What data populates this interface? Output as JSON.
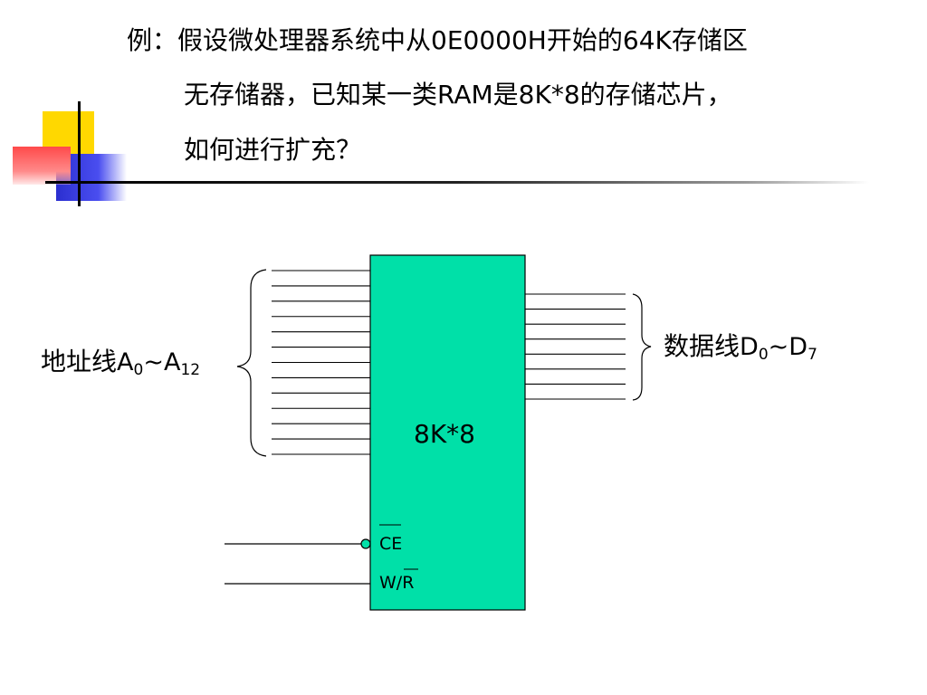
{
  "slide": {
    "question": {
      "prefix": "例：",
      "line1": [
        {
          "text": "假设微处理器系统中从",
          "latin": false
        },
        {
          "text": "0E0000H",
          "latin": true
        },
        {
          "text": "开始的",
          "latin": false
        },
        {
          "text": "64K",
          "latin": true
        },
        {
          "text": "存储区",
          "latin": false
        }
      ],
      "line2": [
        {
          "text": "无存储器，已知某一类",
          "latin": false
        },
        {
          "text": "RAM",
          "latin": true
        },
        {
          "text": "是",
          "latin": false
        },
        {
          "text": "8K*8",
          "latin": true
        },
        {
          "text": "的存储芯片，",
          "latin": false
        }
      ],
      "line3": "如何进行扩充？"
    },
    "address_label": {
      "cn": "地址线",
      "a": "A",
      "sub0": "0",
      "tilde": "~",
      "sub12": "12"
    },
    "data_label": {
      "cn": "数据线",
      "d": "D",
      "sub0": "0",
      "tilde": "~",
      "sub7": "7"
    },
    "chip": {
      "label": "8K*8",
      "ce": "CE",
      "wr": "W/R"
    },
    "address_line_count": 13,
    "data_line_count": 8,
    "colors": {
      "chip_fill": "#00e0a8",
      "deco_yellow": "#ffd800",
      "deco_blue": "#2b2fd0",
      "deco_red": "#ff5a5a"
    }
  }
}
